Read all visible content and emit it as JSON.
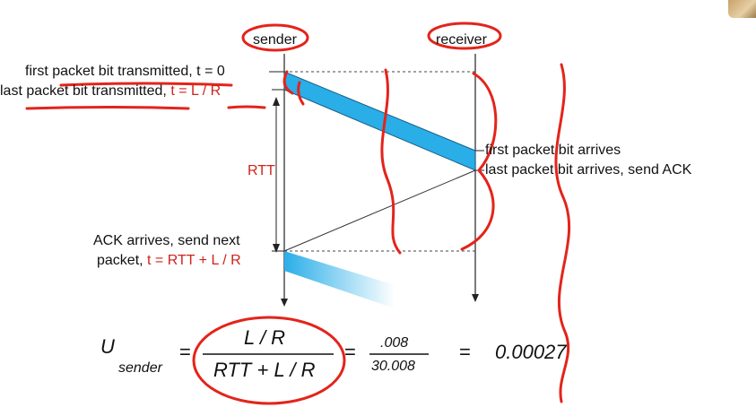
{
  "actors": {
    "sender": "sender",
    "receiver": "receiver"
  },
  "sender_events": {
    "first_bit": "first packet bit transmitted, t = 0",
    "last_bit_prefix": "last packet bit transmitted, ",
    "last_bit_time": "t = L / R",
    "ack_line1": "ACK arrives, send next",
    "ack_line2_prefix": "packet, ",
    "ack_time": "t = RTT + L / R"
  },
  "receiver_events": {
    "first_bit": "first packet bit arrives",
    "last_bit": "last packet bit arrives, send ACK"
  },
  "rtt_label": "RTT",
  "formula": {
    "symbol": "U",
    "subscript": "sender",
    "equals": "=",
    "numerator": "L / R",
    "denominator": "RTT + L / R",
    "value_numerator": ".008",
    "value_denominator": "30.008",
    "result": "0.00027"
  },
  "colors": {
    "packet": "#29aee8",
    "annotation": "#e3241b",
    "time_text": "#d0221b"
  }
}
